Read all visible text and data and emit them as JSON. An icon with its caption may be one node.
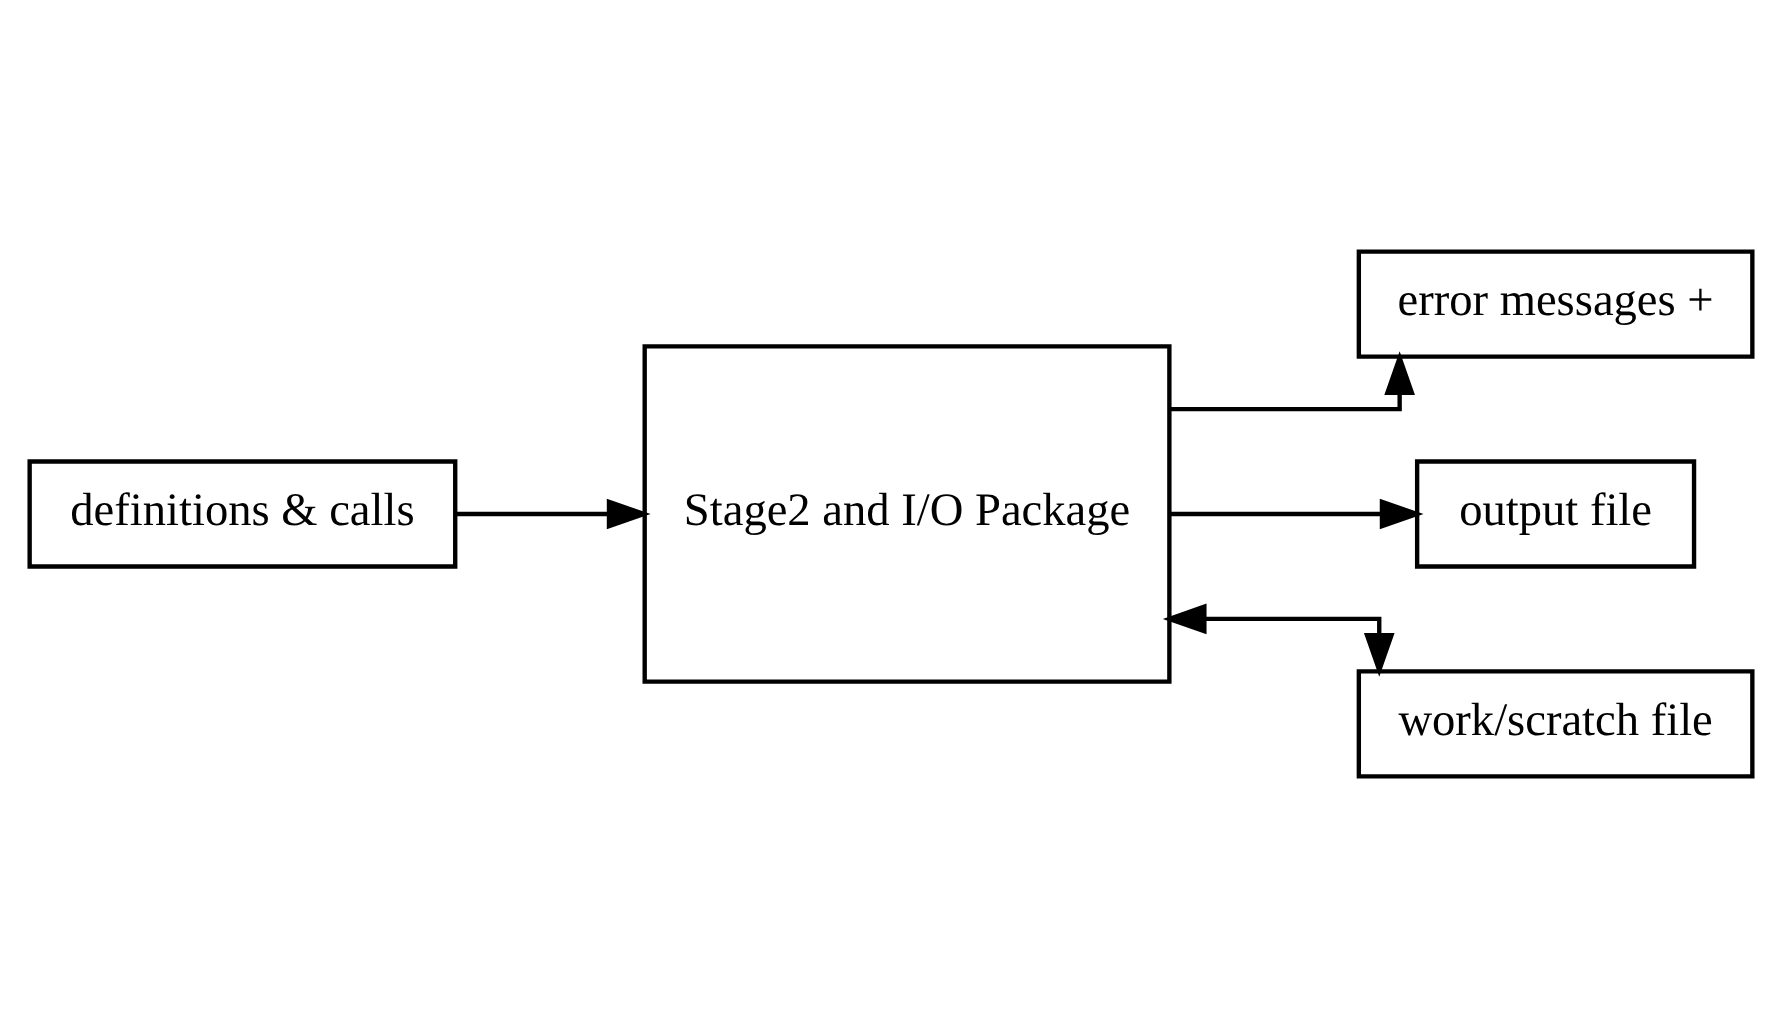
{
  "diagram": {
    "nodes": [
      {
        "text": [
          "definitions & calls"
        ]
      },
      {
        "text": [
          "Stage2 and I/O Package"
        ]
      },
      {
        "text": [
          "error messages +"
        ]
      },
      {
        "text": [
          "output file"
        ]
      },
      {
        "text": [
          "work/scratch file"
        ]
      }
    ],
    "edges": [
      {
        "from": 0,
        "to": 1,
        "arrow": "to"
      },
      {
        "from": 1,
        "to": 2,
        "arrow": "to"
      },
      {
        "from": 1,
        "to": 3,
        "arrow": "to"
      },
      {
        "from": 1,
        "to": 4,
        "arrow": "both"
      }
    ]
  }
}
